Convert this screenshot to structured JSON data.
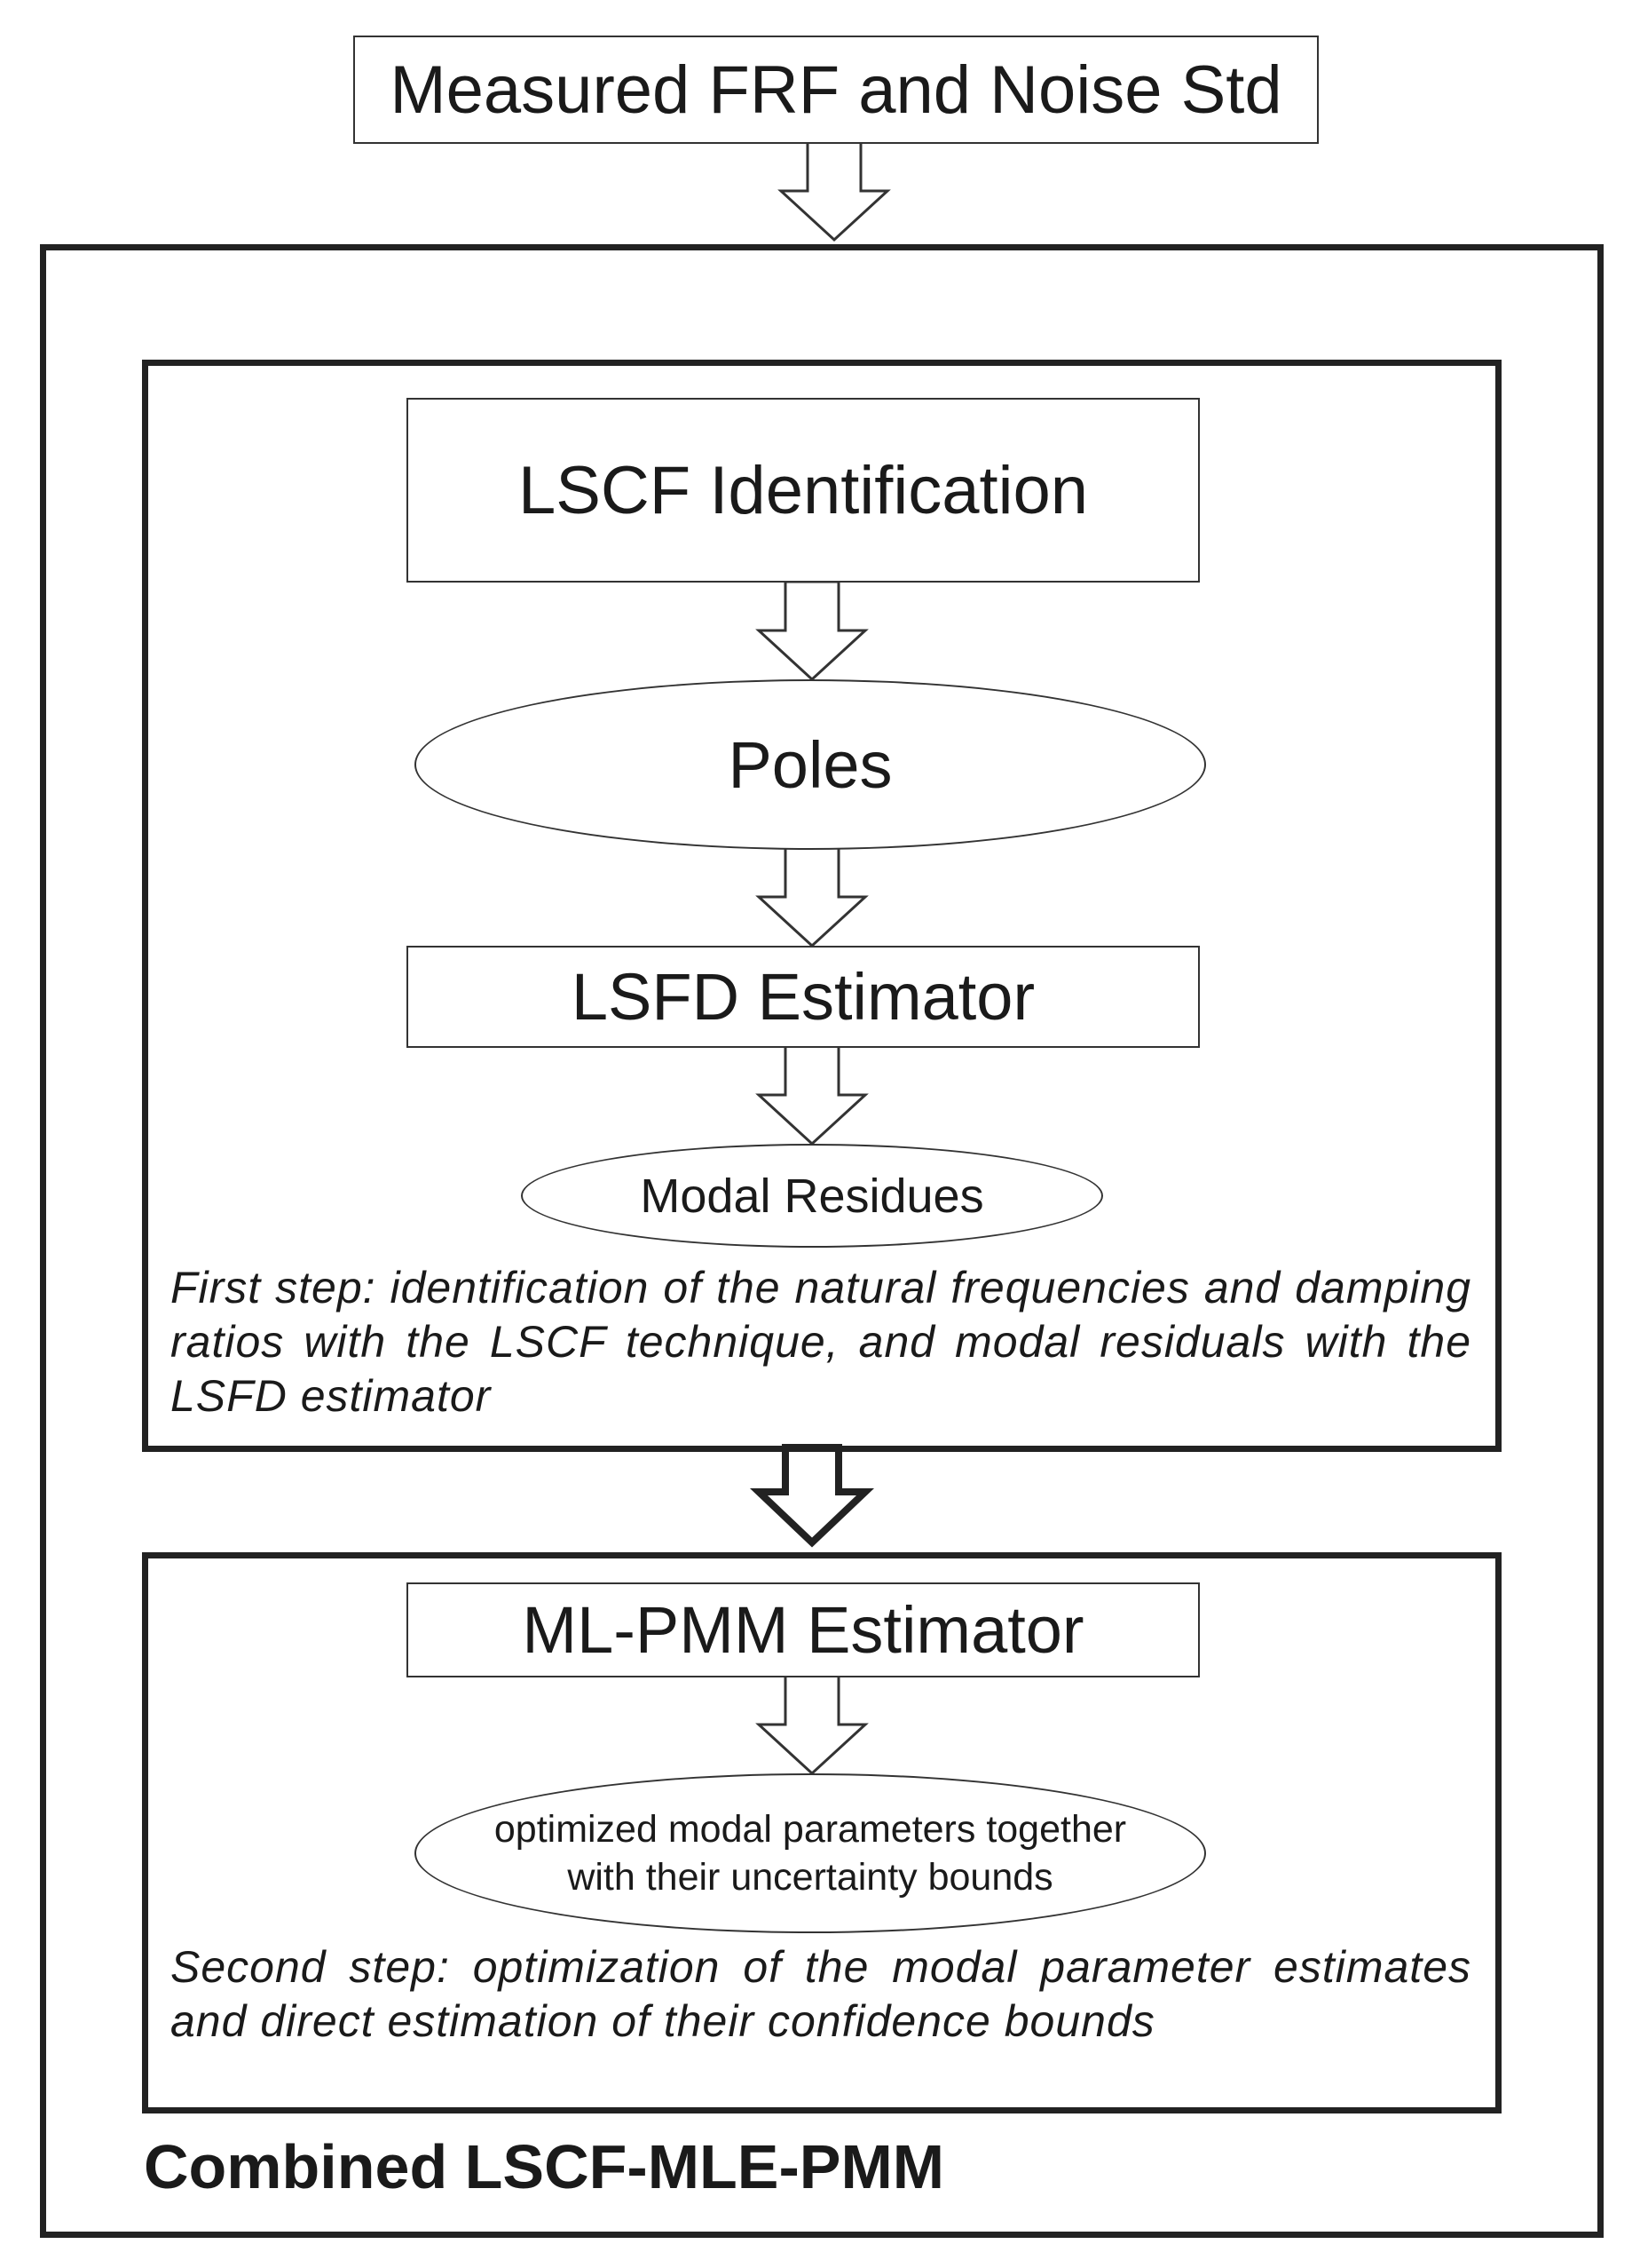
{
  "diagram": {
    "input": "Measured FRF and Noise Std",
    "outer_label": "Combined LSCF-MLE-PMM",
    "step1": {
      "identification": "LSCF Identification",
      "poles": "Poles",
      "estimator": "LSFD Estimator",
      "residues": "Modal Residues",
      "description": "First step: identification of the natural frequencies and damping ratios with the LSCF technique, and modal residuals with the LSFD estimator"
    },
    "step2": {
      "estimator": "ML-PMM Estimator",
      "output_line1": "optimized modal parameters together",
      "output_line2": "with their uncertainty bounds",
      "description": "Second step: optimization of the modal parameter estimates and direct estimation of their confidence bounds"
    }
  }
}
